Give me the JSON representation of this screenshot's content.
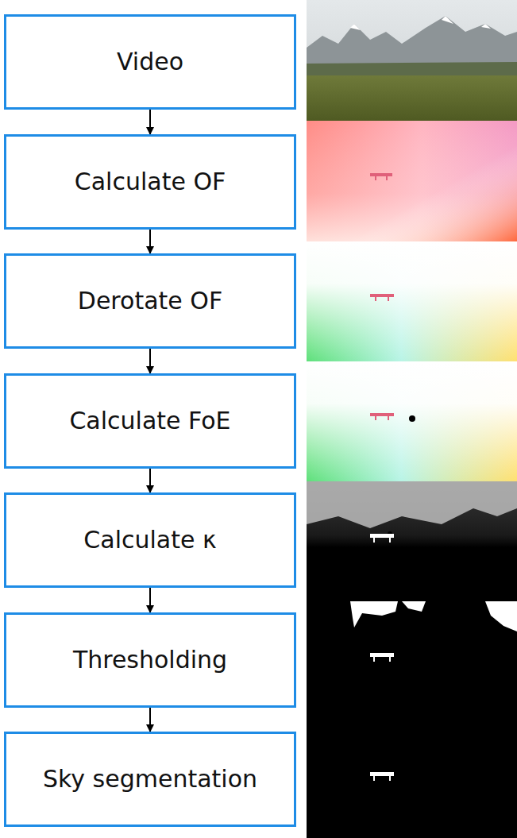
{
  "diagram": {
    "nodes": [
      {
        "text": [
          "Video"
        ]
      },
      {
        "text": [
          "Calculate OF"
        ]
      },
      {
        "text": [
          "Derotate OF"
        ]
      },
      {
        "text": [
          "Calculate FoE"
        ]
      },
      {
        "text": [
          "Calculate κ"
        ]
      },
      {
        "text": [
          "Thresholding"
        ]
      },
      {
        "text": [
          "Sky segmentation"
        ]
      }
    ],
    "edges": [
      {
        "from": 0,
        "to": 1,
        "arrow": "to"
      },
      {
        "from": 1,
        "to": 2,
        "arrow": "to"
      },
      {
        "from": 2,
        "to": 3,
        "arrow": "to"
      },
      {
        "from": 3,
        "to": 4,
        "arrow": "to"
      },
      {
        "from": 4,
        "to": 5,
        "arrow": "to"
      },
      {
        "from": 5,
        "to": 6,
        "arrow": "to"
      }
    ]
  }
}
